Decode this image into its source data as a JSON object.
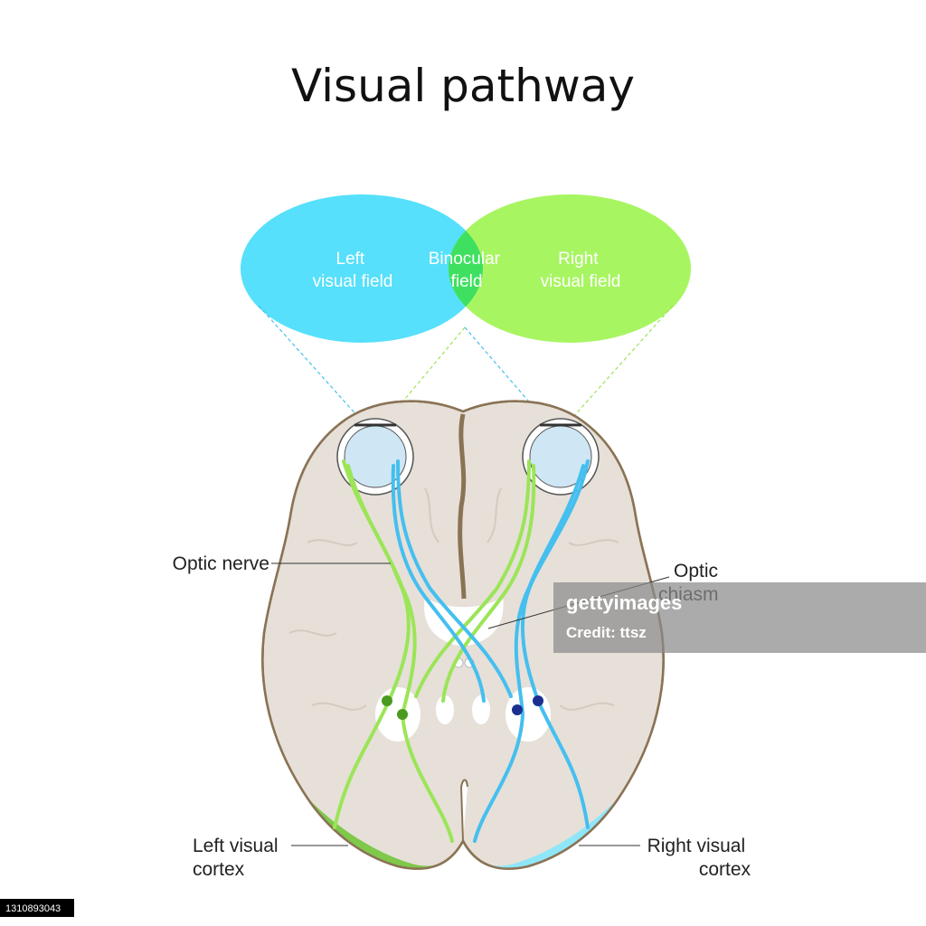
{
  "title": "Visual pathway",
  "fields": {
    "left": [
      "Left",
      "visual field"
    ],
    "binocular": [
      "Binocular",
      "field"
    ],
    "right": [
      "Right",
      "visual field"
    ]
  },
  "labels": {
    "optic_nerve": "Optic nerve",
    "optic_chiasm": [
      "Optic",
      "chiasm"
    ],
    "left_cortex": [
      "Left visual",
      "cortex"
    ],
    "right_cortex": [
      "Right visual",
      "cortex"
    ]
  },
  "watermark": {
    "brand": "gettyimages",
    "credit": "Credit: ttsz"
  },
  "image_id": "1310893043",
  "colors": {
    "left_field": "#56e0fb",
    "right_field": "#a8f562",
    "binocular": "#3fe060",
    "left_tract": "#9be557",
    "right_tract": "#45bfef",
    "brain": "#e6e0d9",
    "brain_outline": "#8a7355",
    "left_cortex": "#7ec84a",
    "right_cortex": "#8fe6f9"
  }
}
